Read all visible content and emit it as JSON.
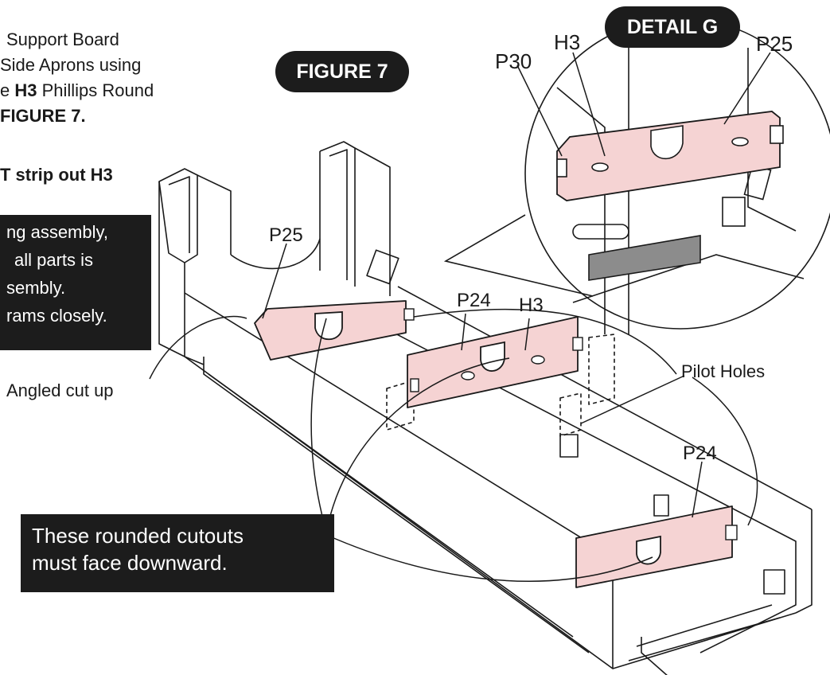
{
  "instructions": {
    "line1": "Support Board",
    "line2": "Side Aprons using",
    "line3_pre": "e ",
    "line3_bold": "H3",
    "line3_post": " Phillips Round",
    "line4": "FIGURE 7."
  },
  "caution": "T strip out H3",
  "warning_box": {
    "line1": "ng assembly,",
    "line2": "all parts is",
    "line3": "sembly.",
    "line4": "rams closely."
  },
  "figure_badge": "FIGURE 7",
  "detail_badge": "DETAIL G",
  "detail_labels": {
    "p30": "P30",
    "h3": "H3",
    "p25": "P25"
  },
  "part_labels": {
    "p25": "P25",
    "p24_top": "P24",
    "h3": "H3",
    "p24_bottom": "P24"
  },
  "callouts": {
    "angled_cut": "Angled cut up",
    "pilot_holes": "Pilot Holes"
  },
  "note_box": {
    "line1": "These rounded cutouts",
    "line2": "must face downward."
  },
  "colors": {
    "panel_fill": "#f5d3d3",
    "badge_bg": "#1c1c1c",
    "line": "#1a1a1a"
  }
}
